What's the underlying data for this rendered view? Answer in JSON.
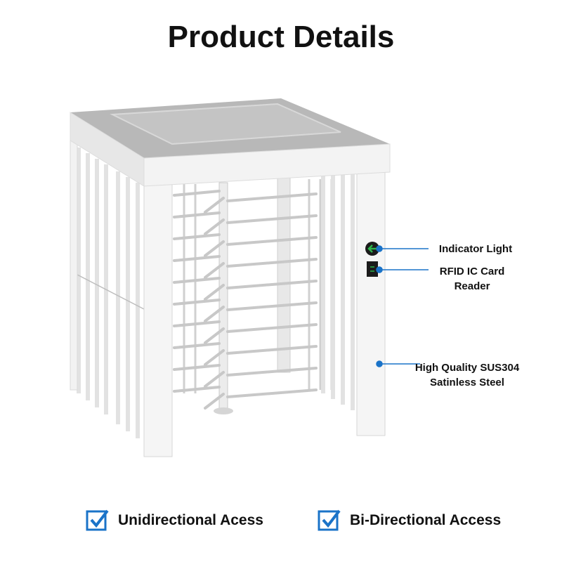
{
  "title": "Product Details",
  "callouts": [
    {
      "label": "Indicator Light",
      "icon": "arrow-icon"
    },
    {
      "label": "RFID IC Card Reader",
      "icon": "card-reader-icon"
    },
    {
      "label": "High Quality SUS304 Satinless Steel",
      "icon": "dot-icon"
    }
  ],
  "features": [
    {
      "label": "Unidirectional Acess",
      "icon": "checkbox-checked-icon"
    },
    {
      "label": "Bi-Directional Access",
      "icon": "checkbox-checked-icon"
    }
  ],
  "colors": {
    "accent": "#1a73c8",
    "indicator_green": "#2db54b",
    "steel_light": "#f4f4f4",
    "steel_top": "#bdbdbd"
  }
}
